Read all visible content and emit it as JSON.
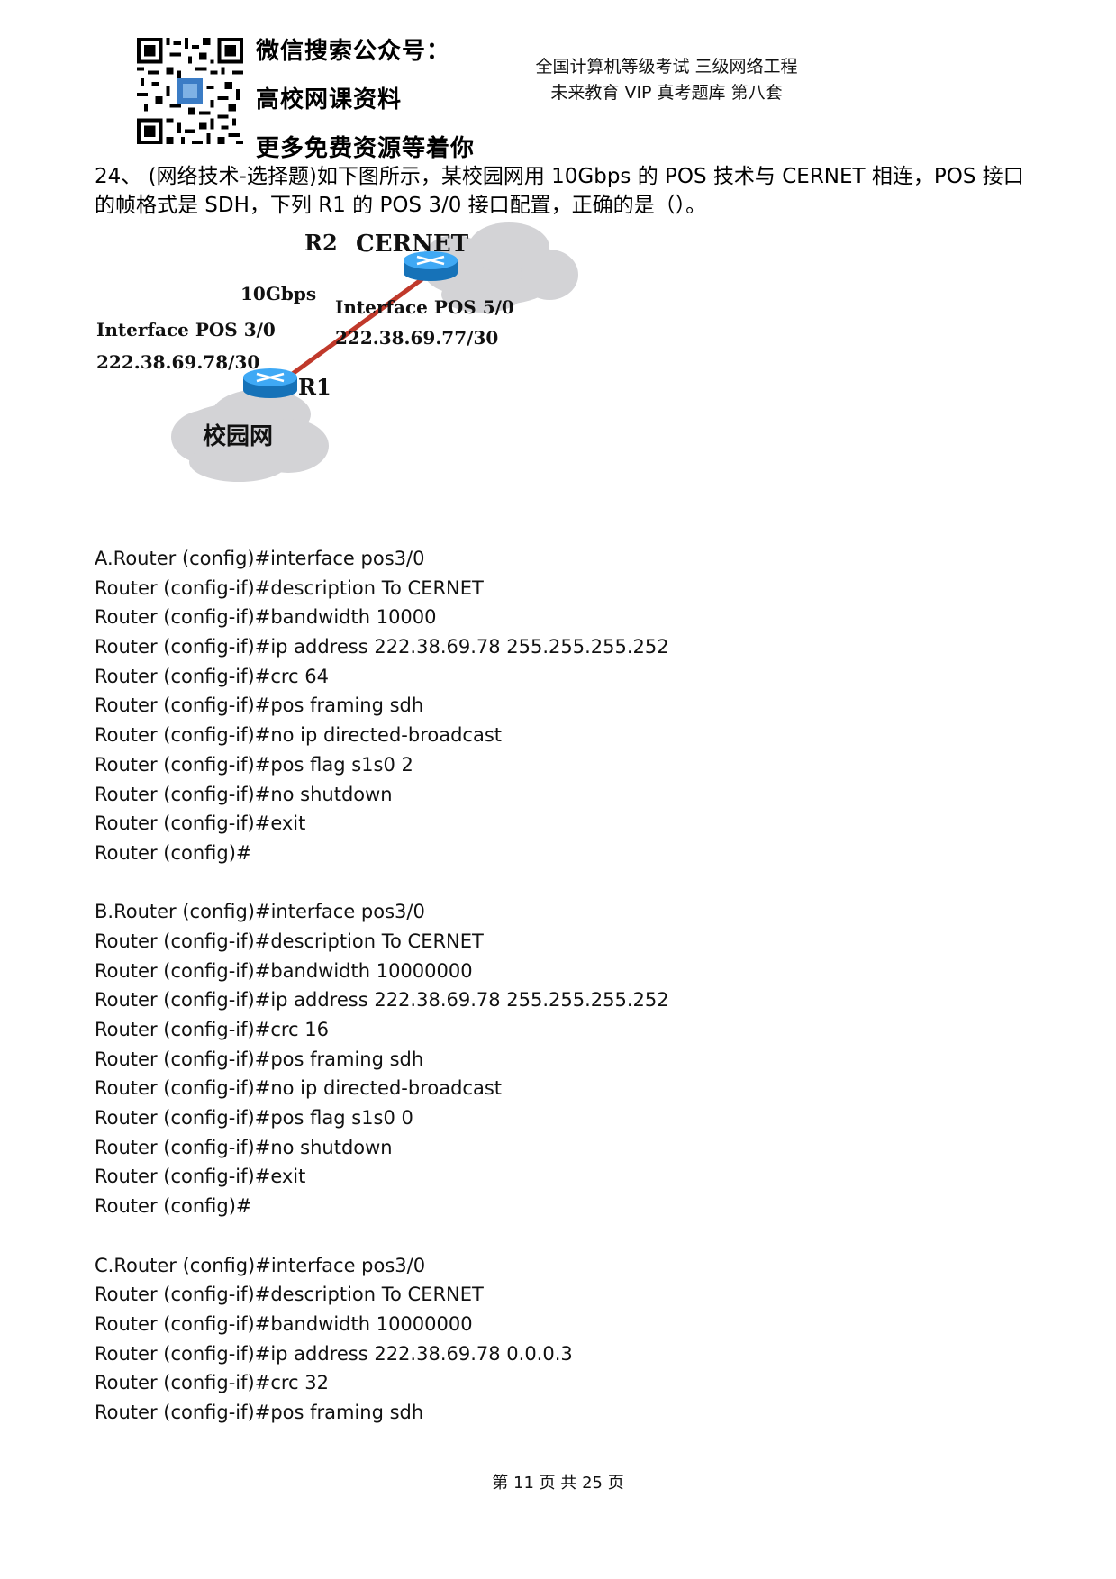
{
  "header": {
    "promo_lines": [
      "微信搜索公众号：",
      "高校网课资料",
      "更多免费资源等着你"
    ],
    "exam_title_line1": "全国计算机等级考试 三级网络工程",
    "exam_title_line2": "未来教育 VIP 真考题库 第八套"
  },
  "question": {
    "text": "24、 (网络技术-选择题)如下图所示，某校园网用 10Gbps 的 POS 技术与 CERNET 相连，POS 接口的帧格式是 SDH，下列 R1 的 POS 3/0 接口配置，正确的是（）。"
  },
  "diagram": {
    "r2_label": "R2",
    "cernet_label": "CERNET",
    "link_speed": "10Gbps",
    "r2_interface": "Interface POS 5/0",
    "r2_ip": "222.38.69.77/30",
    "r1_interface": "Interface POS 3/0",
    "r1_ip": "222.38.69.78/30",
    "r1_label": "R1",
    "campus_label": "校园网",
    "colors": {
      "link": "#c0392b",
      "router": "#1a8fd6",
      "cloud": "#d3d3d6"
    }
  },
  "options": [
    {
      "letter": "A",
      "lines": [
        "A.Router (config)#interface pos3/0",
        "Router (config-if)#description To CERNET",
        "Router (config-if)#bandwidth 10000",
        "Router (config-if)#ip address 222.38.69.78 255.255.255.252",
        "Router (config-if)#crc 64",
        "Router (config-if)#pos framing sdh",
        "Router (config-if)#no ip directed-broadcast",
        "Router (config-if)#pos flag s1s0 2",
        "Router (config-if)#no shutdown",
        "Router (config-if)#exit",
        "Router (config)#"
      ]
    },
    {
      "letter": "B",
      "lines": [
        "B.Router (config)#interface pos3/0",
        "Router (config-if)#description To CERNET",
        "Router (config-if)#bandwidth 10000000",
        "Router (config-if)#ip address 222.38.69.78 255.255.255.252",
        "Router (config-if)#crc 16",
        "Router (config-if)#pos framing sdh",
        "Router (config-if)#no ip directed-broadcast",
        "Router (config-if)#pos flag s1s0 0",
        "Router (config-if)#no shutdown",
        "Router (config-if)#exit",
        "Router (config)#"
      ]
    },
    {
      "letter": "C",
      "lines": [
        "C.Router (config)#interface pos3/0",
        "Router (config-if)#description To CERNET",
        "Router (config-if)#bandwidth 10000000",
        "Router (config-if)#ip address 222.38.69.78 0.0.0.3",
        "Router (config-if)#crc 32",
        "Router (config-if)#pos framing sdh"
      ]
    }
  ],
  "footer": {
    "page_text": "第 11 页 共 25 页"
  }
}
